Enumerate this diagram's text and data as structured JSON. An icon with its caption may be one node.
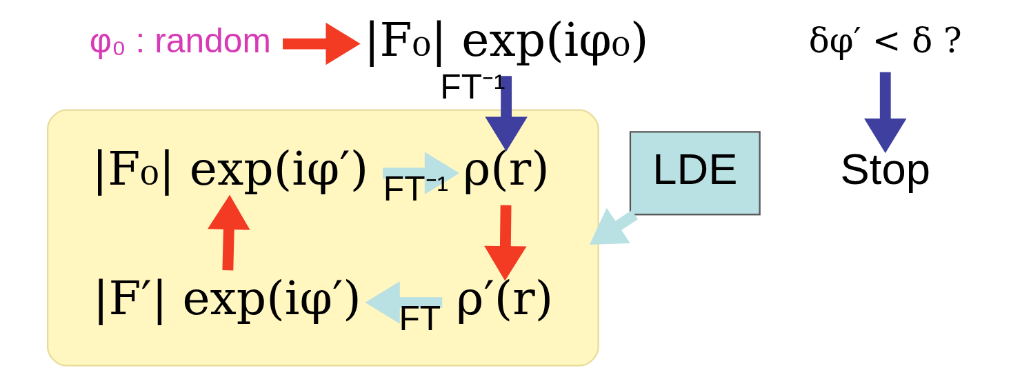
{
  "diagram": {
    "nodes": [
      {
        "text": [
          "φ₀ : random"
        ]
      },
      {
        "text": [
          "|F₀| exp(iφ₀)"
        ]
      },
      {
        "text": [],
        "shape": "box"
      },
      {
        "text": [
          "|F₀| exp(iφ′)"
        ],
        "in": 2
      },
      {
        "text": [
          "ρ(r)"
        ],
        "in": 2
      },
      {
        "text": [
          "|F′| exp(iφ′)"
        ],
        "in": 2
      },
      {
        "text": [
          "ρ′(r)"
        ],
        "in": 2
      },
      {
        "text": [
          "LDE"
        ]
      },
      {
        "text": [
          "δφ′ < δ ?"
        ]
      },
      {
        "text": [
          "Stop"
        ]
      }
    ],
    "edges": [
      {
        "from": 0,
        "to": 1,
        "arrow": "to"
      },
      {
        "from": 1,
        "to": 4,
        "arrow": "to",
        "label": "FT⁻¹",
        "color": "#3f3f9f"
      },
      {
        "from": 3,
        "to": 4,
        "arrow": "to",
        "label": "FT⁻¹",
        "color": "#b9e0e3"
      },
      {
        "from": 4,
        "to": 6,
        "arrow": "to"
      },
      {
        "from": 6,
        "to": 5,
        "arrow": "to",
        "label": "FT",
        "color": "#b9e0e3"
      },
      {
        "from": 5,
        "to": 3,
        "arrow": "to"
      },
      {
        "from": 7,
        "to": 2,
        "arrow": "to",
        "color": "#b9e0e3"
      },
      {
        "from": 8,
        "to": 9,
        "arrow": "to",
        "color": "#3f3f9f"
      }
    ]
  }
}
